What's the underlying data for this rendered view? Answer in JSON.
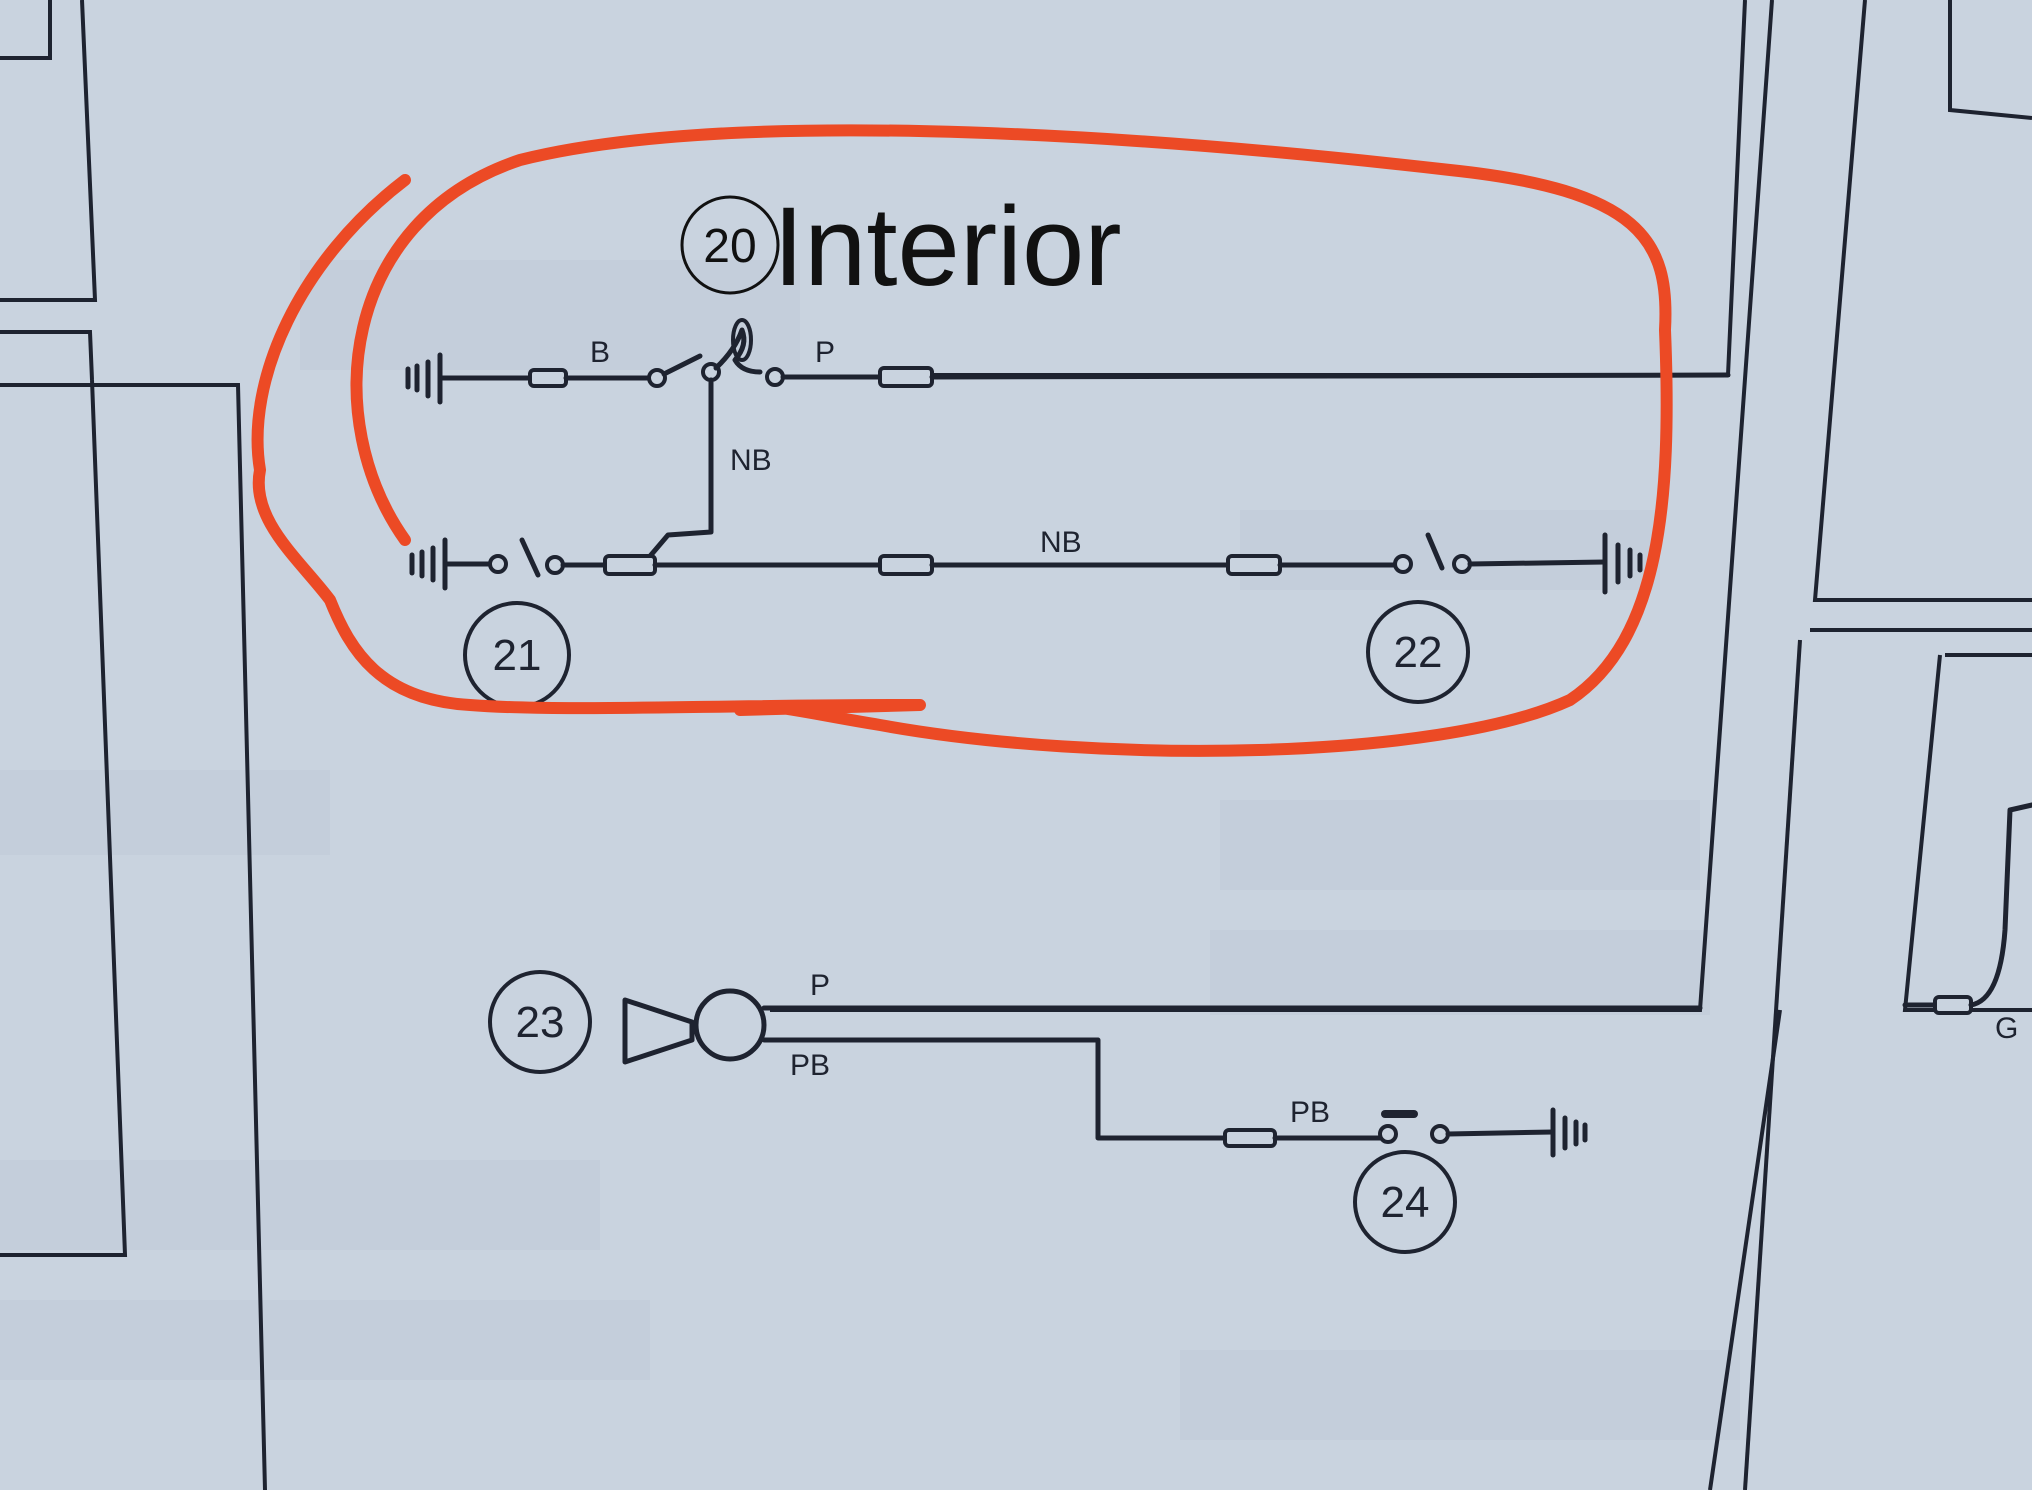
{
  "annotation": {
    "title": "Interior",
    "number": "20",
    "marker_color": "#ec4a25"
  },
  "wire_labels": {
    "b": "B",
    "p_top": "P",
    "nb_vertical": "NB",
    "nb_horizontal": "NB",
    "p_horn": "P",
    "pb_horn": "PB",
    "pb_button": "PB",
    "g_right": "G"
  },
  "components": {
    "c21": "21",
    "c22": "22",
    "c23": "23",
    "c24": "24"
  },
  "colors": {
    "paper": "#c9d3df",
    "ink": "#1e2330"
  }
}
